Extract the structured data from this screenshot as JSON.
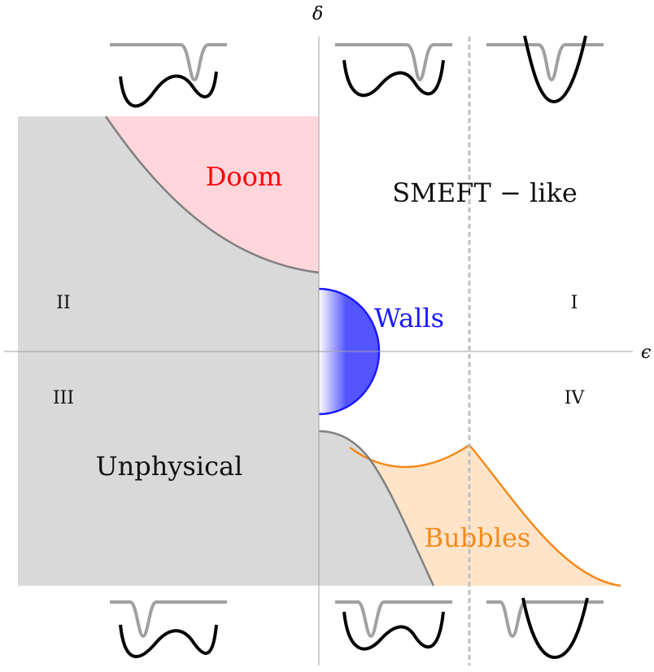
{
  "axes": {
    "x_label": "ϵ",
    "y_label": "δ"
  },
  "quadrants": {
    "q1": "I",
    "q2": "II",
    "q3": "III",
    "q4": "IV"
  },
  "regions": {
    "doom": {
      "label": "Doom",
      "color": "#ff0000",
      "fill": "#ffd6db"
    },
    "smeft": {
      "label": "SMEFT − like",
      "color": "#111111"
    },
    "walls": {
      "label": "Walls",
      "color": "#1a1aff",
      "fill": "#5555ff"
    },
    "unphysical": {
      "label": "Unphysical",
      "color": "#111111",
      "fill": "#d9d9d9"
    },
    "bubbles": {
      "label": "Bubbles",
      "color": "#f28a1a",
      "fill": "#ffe4c9"
    }
  },
  "colors": {
    "boundary": "#808080",
    "axis": "#a0a0a0",
    "potential": "#000000",
    "potential_secondary": "#a0a0a0",
    "dashed": "#c0c0c0"
  }
}
